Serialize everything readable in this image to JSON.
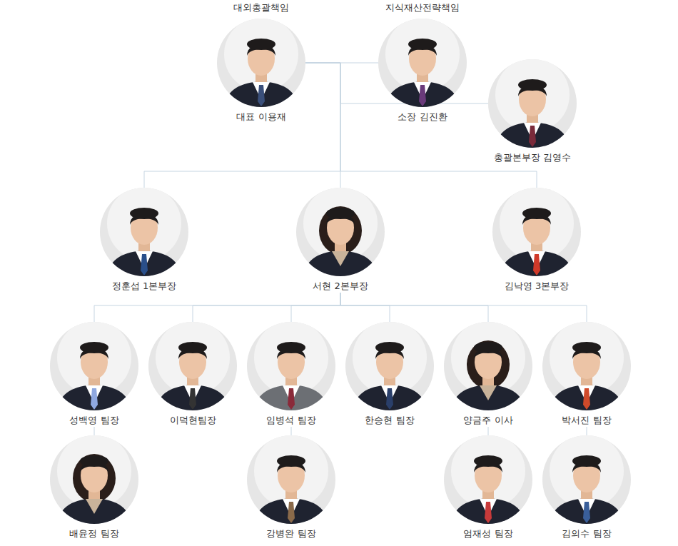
{
  "diagram": {
    "nodes": [
      {
        "text": [
          "대외총괄책임",
          "대표 이용재"
        ]
      },
      {
        "text": [
          "지식재산전략책임",
          "소장 김진환"
        ]
      },
      {
        "text": [
          "총괄본부장 김영수"
        ]
      },
      {
        "text": [
          "정훈섭 1본부장"
        ]
      },
      {
        "text": [
          "서현 2본부장"
        ]
      },
      {
        "text": [
          "김낙영 3본부장"
        ]
      },
      {
        "text": [
          "성백영 팀장"
        ]
      },
      {
        "text": [
          "이덕현팀장"
        ]
      },
      {
        "text": [
          "임병석 팀장"
        ]
      },
      {
        "text": [
          "한승현 팀장"
        ]
      },
      {
        "text": [
          "양금주 이사"
        ]
      },
      {
        "text": [
          "박서진 팀장"
        ]
      },
      {
        "text": [
          "배윤정 팀장"
        ]
      },
      {
        "text": [
          "강병완 팀장"
        ]
      },
      {
        "text": [
          "엄재성 팀장"
        ]
      },
      {
        "text": [
          "김의수 팀장"
        ]
      }
    ],
    "edges": [
      {
        "from": 0,
        "to": 1,
        "arrow": "none"
      },
      {
        "from": 0,
        "to": 2,
        "arrow": "none"
      },
      {
        "from": 0,
        "to": 3,
        "arrow": "none"
      },
      {
        "from": 0,
        "to": 4,
        "arrow": "none"
      },
      {
        "from": 0,
        "to": 5,
        "arrow": "none"
      },
      {
        "from": 4,
        "to": 6,
        "arrow": "none"
      },
      {
        "from": 4,
        "to": 7,
        "arrow": "none"
      },
      {
        "from": 4,
        "to": 8,
        "arrow": "none"
      },
      {
        "from": 4,
        "to": 9,
        "arrow": "none"
      },
      {
        "from": 4,
        "to": 10,
        "arrow": "none"
      },
      {
        "from": 4,
        "to": 11,
        "arrow": "none"
      },
      {
        "from": 6,
        "to": 12,
        "arrow": "none"
      },
      {
        "from": 8,
        "to": 13,
        "arrow": "none"
      },
      {
        "from": 10,
        "to": 14,
        "arrow": "none"
      },
      {
        "from": 11,
        "to": 15,
        "arrow": "none"
      }
    ]
  }
}
